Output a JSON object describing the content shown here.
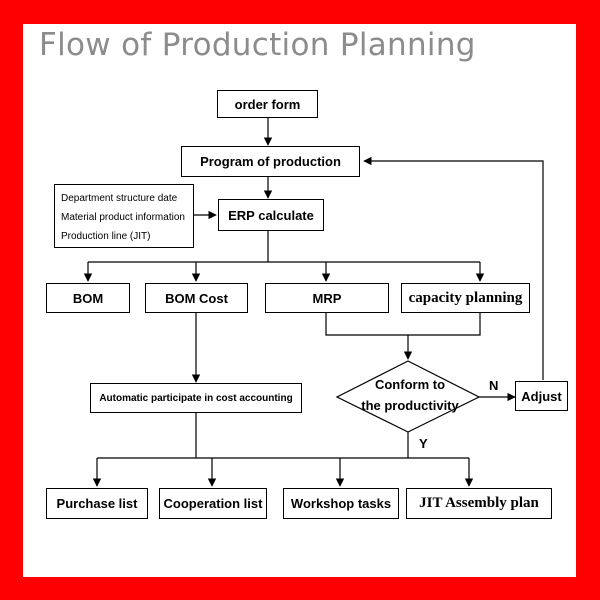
{
  "title": "Flow of Production Planning",
  "nodes": {
    "order_form": "order form",
    "program": "Program of production",
    "erp": "ERP calculate",
    "inputs": [
      "Department structure date",
      "Material product information",
      "Production line (JIT)"
    ],
    "bom": "BOM",
    "bom_cost": "BOM Cost",
    "mrp": "MRP",
    "capacity": "capacity planning",
    "auto_cost": "Automatic participate in cost accounting",
    "decision_line1": "Conform to",
    "decision_line2": "the productivity",
    "adjust": "Adjust",
    "purchase": "Purchase list",
    "cooperation": "Cooperation list",
    "workshop": "Workshop tasks",
    "jit": "JIT Assembly plan"
  },
  "edge_labels": {
    "no": "N",
    "yes": "Y"
  },
  "colors": {
    "frame": "#ff0000",
    "title": "#8c8c8c"
  }
}
